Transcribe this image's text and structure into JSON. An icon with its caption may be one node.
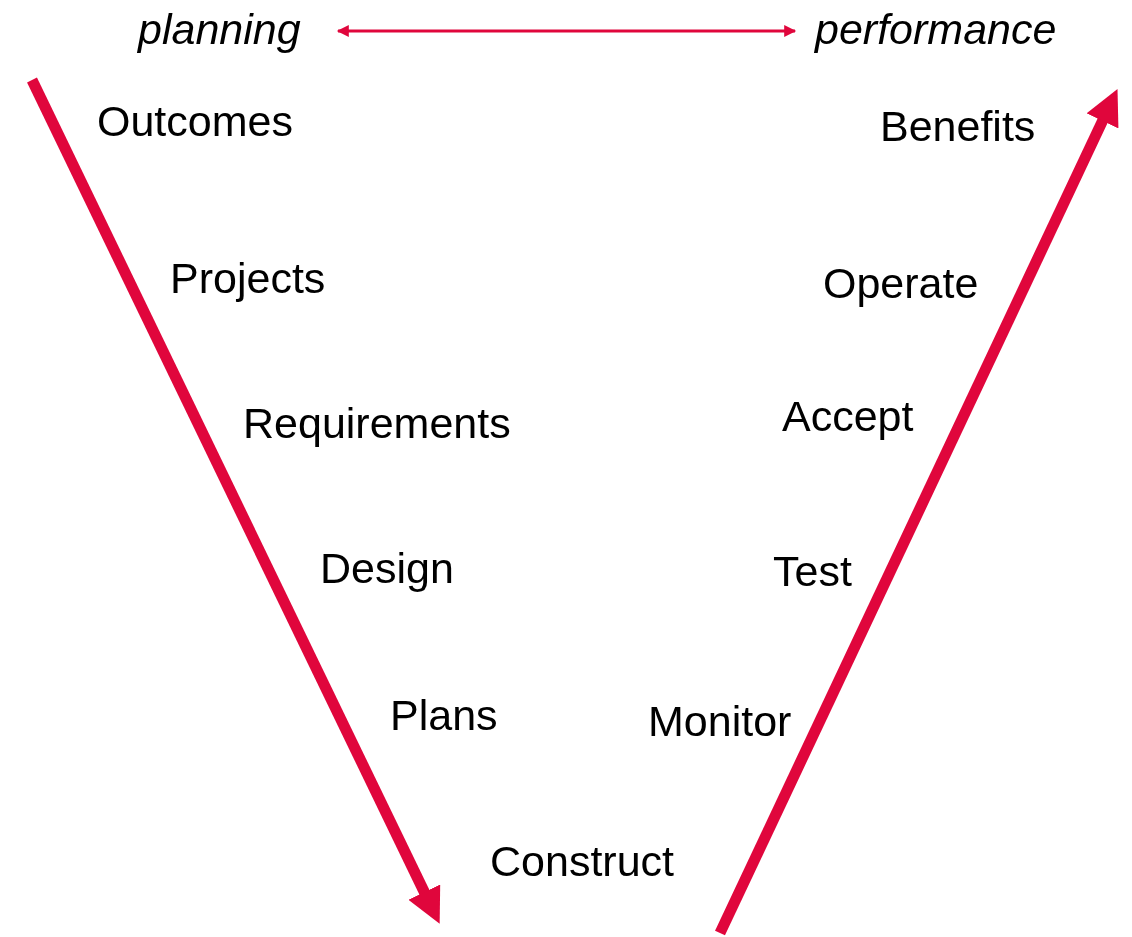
{
  "diagram": {
    "nodes": [
      {
        "text": [
          "planning"
        ]
      },
      {
        "text": [
          "performance"
        ]
      }
    ],
    "edges": [
      {
        "from": 0,
        "to": 1,
        "arrow": "both",
        "color": "#e0063c"
      }
    ],
    "labels": [
      "Outcomes",
      "Benefits",
      "Projects",
      "Operate",
      "Requirements",
      "Accept",
      "Design",
      "Test",
      "Plans",
      "Monitor",
      "Construct"
    ]
  }
}
